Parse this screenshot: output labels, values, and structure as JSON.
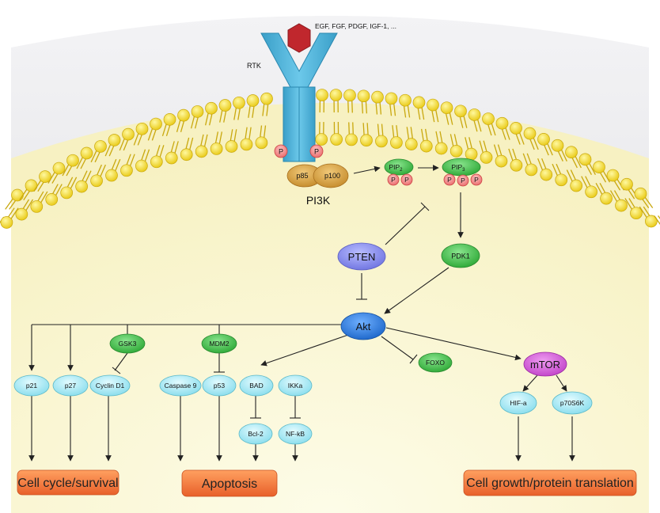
{
  "ligand": "EGF, FGF, PDGF, IGF-1, ...",
  "receptor": "RTK",
  "phospho": "P",
  "pi3k": {
    "label": "PI3K",
    "p85": "p85",
    "p100": "p100"
  },
  "pip2": {
    "main": "PIP",
    "sub": "2"
  },
  "pip3": {
    "main": "PIP",
    "sub": "3"
  },
  "nodes": {
    "pten": "PTEN",
    "pdk1": "PDK1",
    "akt": "Akt",
    "gsk3": "GSK3",
    "mdm2": "MDM2",
    "foxo": "FOXO",
    "mtor": "mTOR",
    "p21": "p21",
    "p27": "p27",
    "cyclin_d1": "Cyclin D1",
    "caspase9": "Caspase 9",
    "p53": "p53",
    "bad": "BAD",
    "ikka": "IKKa",
    "bcl2": "Bcl-2",
    "nfkb": "NF-kB",
    "hif": "HIF-a",
    "p70s6k": "p70S6K"
  },
  "outcomes": {
    "cell_cycle": "Cell cycle/survival",
    "apoptosis": "Apoptosis",
    "growth": "Cell growth/protein translation"
  },
  "colors": {
    "membrane_head": "#f5e03a",
    "cytoplasm": "#fbf8d8",
    "extracellular": "#ececee",
    "receptor": "#4fb3d9",
    "ligand": "#c0272d",
    "phospho": "#f08a8a",
    "pi3k": "#d9a24a",
    "green_node": "#45c24e",
    "pten": "#8a8ff0",
    "akt": "#2e7fe0",
    "mtor": "#d45fd8",
    "cyan_node": "#a8ecf5",
    "outcome": "#f07a3a"
  }
}
